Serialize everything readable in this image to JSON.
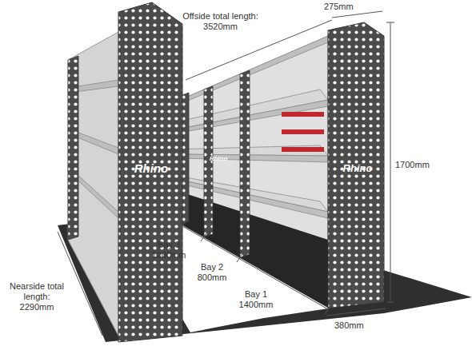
{
  "diagram": {
    "labels": [
      "Offside total length: 3520mm",
      "275mm",
      "1700mm",
      "Rhino",
      "Rhino",
      "Rhino",
      "Bay 3 1200mm",
      "Bay 2 800mm",
      "Bay 1 1400mm",
      "Nearside total length: 2290mm",
      "380mm"
    ]
  }
}
